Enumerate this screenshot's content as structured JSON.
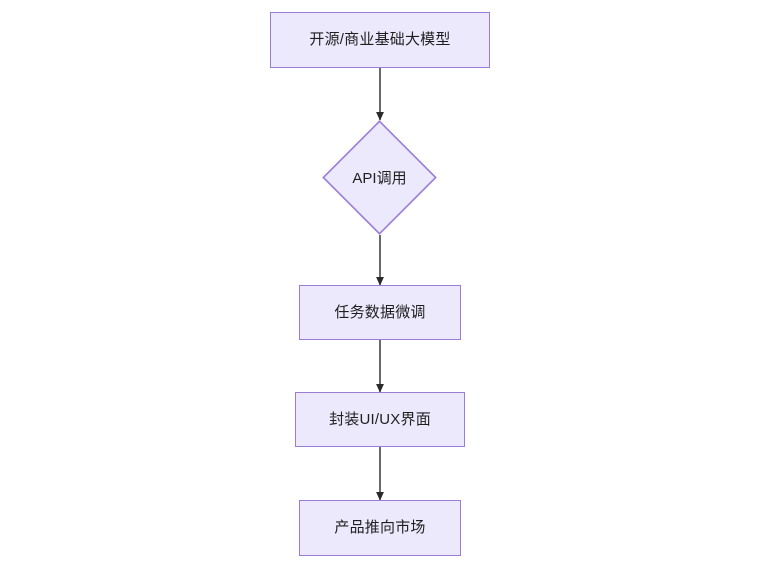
{
  "diagram": {
    "title_text": "",
    "background_color": "#ffffff",
    "node_fill_color": "#ece9fc",
    "node_border_color": "#9a7dd8",
    "node_text_color": "#1f1f1f",
    "connector_color": "#2a2a2a",
    "orientation": "top-to-bottom",
    "nodes": [
      {
        "id": "base-model",
        "label": "开源/商业基础大模型",
        "shape": "rectangle"
      },
      {
        "id": "api-call",
        "label": "API调用",
        "shape": "diamond"
      },
      {
        "id": "finetune",
        "label": "任务数据微调",
        "shape": "rectangle"
      },
      {
        "id": "ui-wrap",
        "label": "封装UI/UX界面",
        "shape": "rectangle"
      },
      {
        "id": "go-to-market",
        "label": "产品推向市场",
        "shape": "rectangle"
      }
    ],
    "edges": [
      {
        "from": "base-model",
        "to": "api-call",
        "label": "",
        "arrow": "single"
      },
      {
        "from": "api-call",
        "to": "finetune",
        "label": "",
        "arrow": "single"
      },
      {
        "from": "finetune",
        "to": "ui-wrap",
        "label": "",
        "arrow": "single"
      },
      {
        "from": "ui-wrap",
        "to": "go-to-market",
        "label": "",
        "arrow": "single"
      }
    ]
  }
}
